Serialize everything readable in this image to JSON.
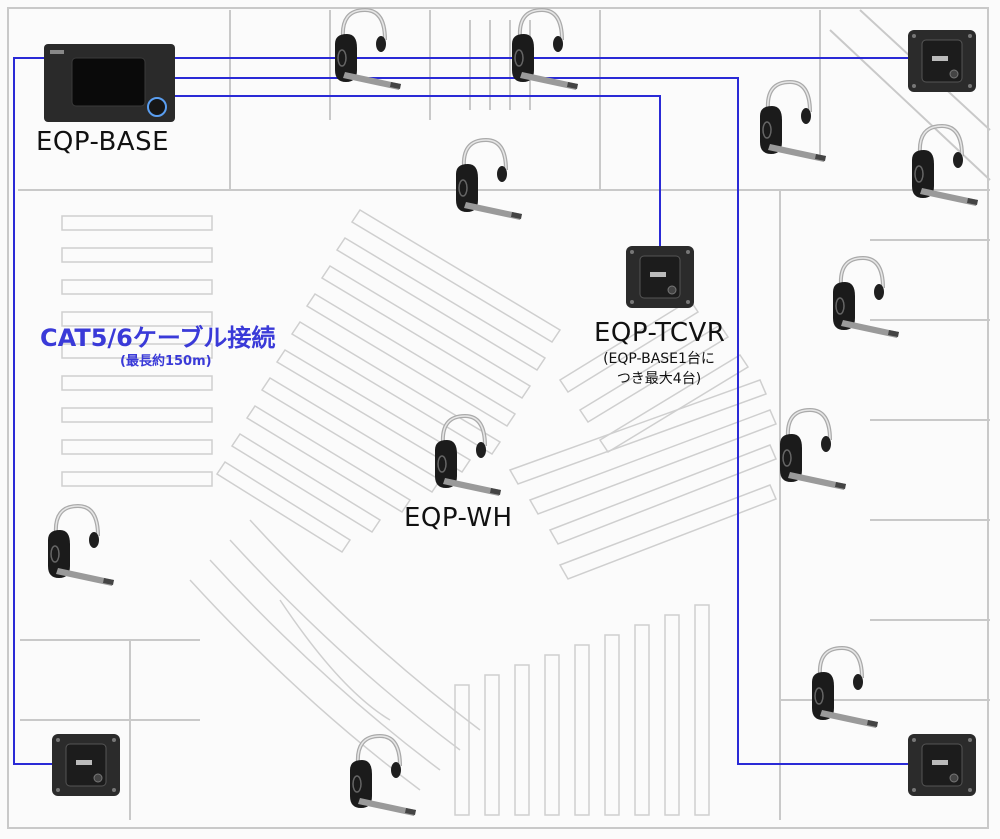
{
  "labels": {
    "base": "EQP-BASE",
    "tcvr": "EQP-TCVR",
    "tcvr_note_line1": "(EQP-BASE1台に",
    "tcvr_note_line2": "つき最大4台)",
    "headset": "EQP-WH",
    "cable": "CAT5/6ケーブル接続",
    "cable_note": "(最長約150m)"
  },
  "colors": {
    "cable": "#2a2ad6",
    "floorplan": "#c8c8c8",
    "device": "#2a2a2a"
  },
  "icons": {
    "base": "base-station-icon",
    "transceiver": "transceiver-icon",
    "headset": "headset-icon"
  }
}
